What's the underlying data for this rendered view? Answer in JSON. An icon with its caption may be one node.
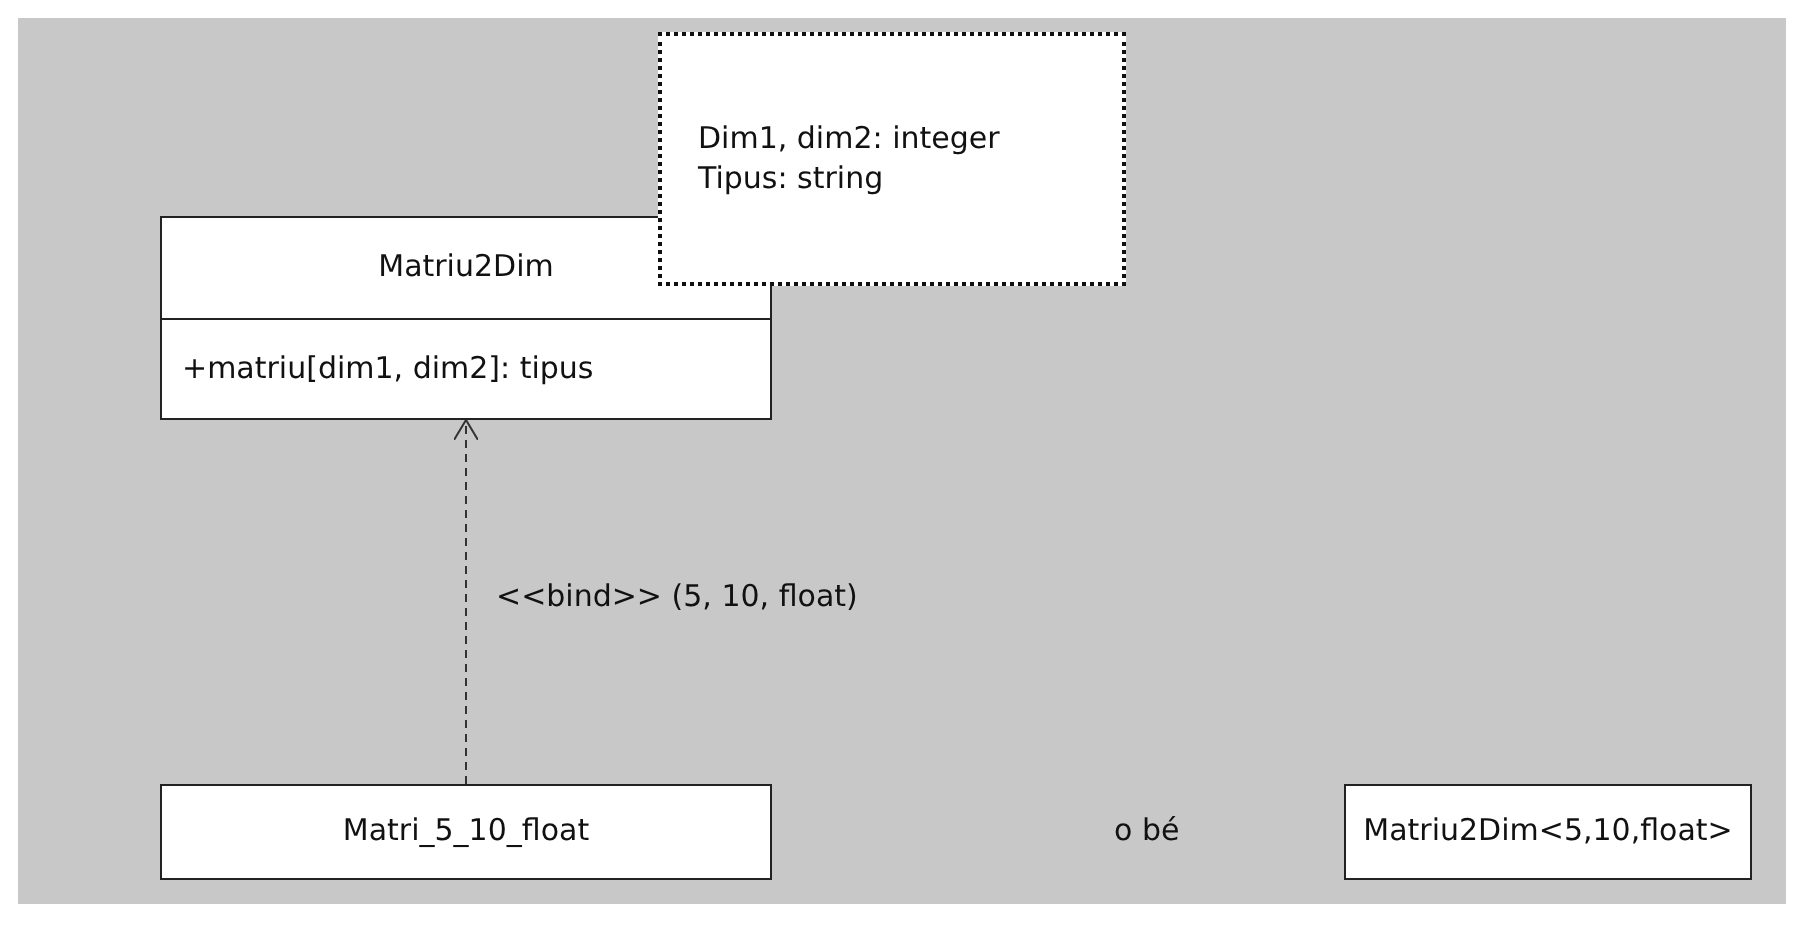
{
  "diagram": {
    "nodes": [
      {
        "text": [
          "Matriu2Dim",
          "+matriu[dim1, dim2]: tipus"
        ]
      },
      {
        "text": [
          "Dim1, dim2: integer",
          "Tipus: string"
        ]
      },
      {
        "text": [
          "Matri_5_10_float"
        ]
      },
      {
        "text": [
          "Matriu2Dim<5,10,float>"
        ]
      }
    ],
    "edges": [
      {
        "from": 2,
        "to": 0,
        "arrow": "to",
        "label": "<<bind>> (5, 10, float)",
        "style": "dashed"
      }
    ],
    "labels": [
      "o bé"
    ]
  }
}
